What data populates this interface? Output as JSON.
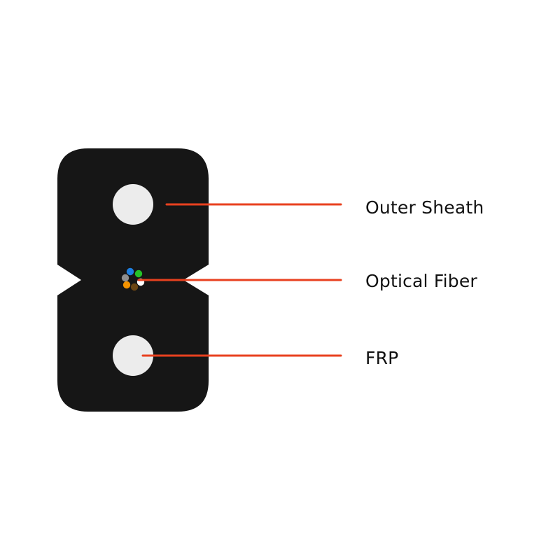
{
  "labels": {
    "outer_sheath": "Outer Sheath",
    "optical_fiber": "Optical Fiber",
    "frp": "FRP"
  },
  "colors": {
    "sheath": "#161616",
    "strength_member": "#ececec",
    "leader_line": "#e8411f",
    "fibers": [
      "#1e7fe0",
      "#25c228",
      "#ffffff",
      "#6b4513",
      "#f39200",
      "#8f8f8f"
    ]
  }
}
